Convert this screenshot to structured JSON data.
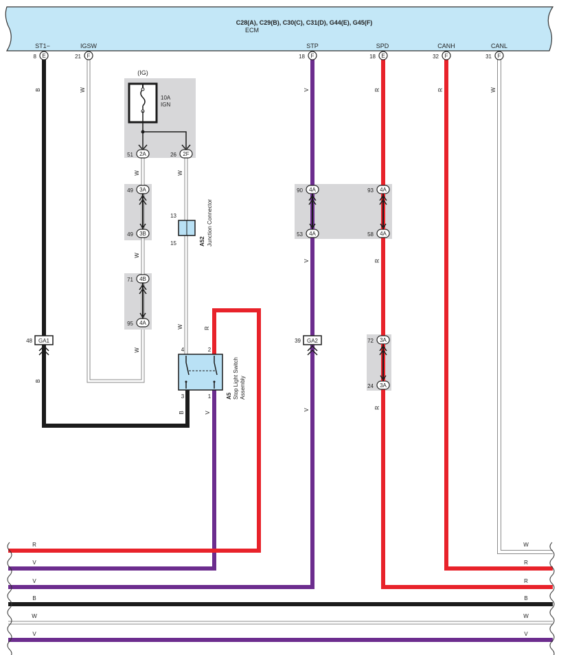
{
  "ecm": {
    "connectors": "C28(A), C29(B), C30(C), C31(D), G44(E), G45(F)",
    "name": "ECM"
  },
  "terminals": {
    "st1": {
      "name": "ST1−",
      "pin": "8",
      "code": "E"
    },
    "igsw": {
      "name": "IGSW",
      "pin": "21",
      "code": "F"
    },
    "stp": {
      "name": "STP",
      "pin": "18",
      "code": "F"
    },
    "spd": {
      "name": "SPD",
      "pin": "18",
      "code": "E"
    },
    "canh": {
      "name": "CANH",
      "pin": "32",
      "code": "F"
    },
    "canl": {
      "name": "CANL",
      "pin": "31",
      "code": "F"
    }
  },
  "fuse": {
    "circuit": "(IG)",
    "rating": "10A",
    "name": "IGN"
  },
  "connectors": {
    "c_2a": {
      "pin": "51",
      "code": "2A"
    },
    "c_2f": {
      "pin": "26",
      "code": "2F"
    },
    "c_3a_top": {
      "pin": "49",
      "code": "3A"
    },
    "c_3b": {
      "pin": "49",
      "code": "3B"
    },
    "c_4b": {
      "pin": "71",
      "code": "4B"
    },
    "c_4a_left": {
      "pin": "95",
      "code": "4A"
    },
    "c_4a_stp_top": {
      "pin": "90",
      "code": "4A"
    },
    "c_4a_stp_bottom": {
      "pin": "53",
      "code": "4A"
    },
    "c_4a_spd_top": {
      "pin": "93",
      "code": "4A"
    },
    "c_4a_spd_bottom": {
      "pin": "58",
      "code": "4A"
    },
    "c_3a_spd_top": {
      "pin": "72",
      "code": "3A"
    },
    "c_3a_spd_bottom": {
      "pin": "24",
      "code": "3A"
    }
  },
  "grounds": {
    "ga1": {
      "pin": "48",
      "code": "GA1"
    },
    "ga2": {
      "pin": "39",
      "code": "GA2"
    }
  },
  "junction": {
    "id": "A52",
    "name": "Junction Connector",
    "pin_top": "13",
    "pin_bottom": "15"
  },
  "switch": {
    "id": "A5",
    "name1": "Stop Light Switch",
    "name2": "Assembly",
    "pin4": "4",
    "pin2": "2",
    "pin3": "3",
    "pin1": "1"
  },
  "wire_labels": {
    "black": "B",
    "white": "W",
    "violet": "V",
    "red": "R"
  },
  "colors": {
    "banner": "#c3e7f7",
    "black": "#1b1b1b",
    "violet": "#6c2d8e",
    "red": "#e8222a",
    "white_fill": "#ffffff",
    "white_edge": "#8a8a8a",
    "shade": "#d7d7d9",
    "component": "#b9e1f5"
  }
}
